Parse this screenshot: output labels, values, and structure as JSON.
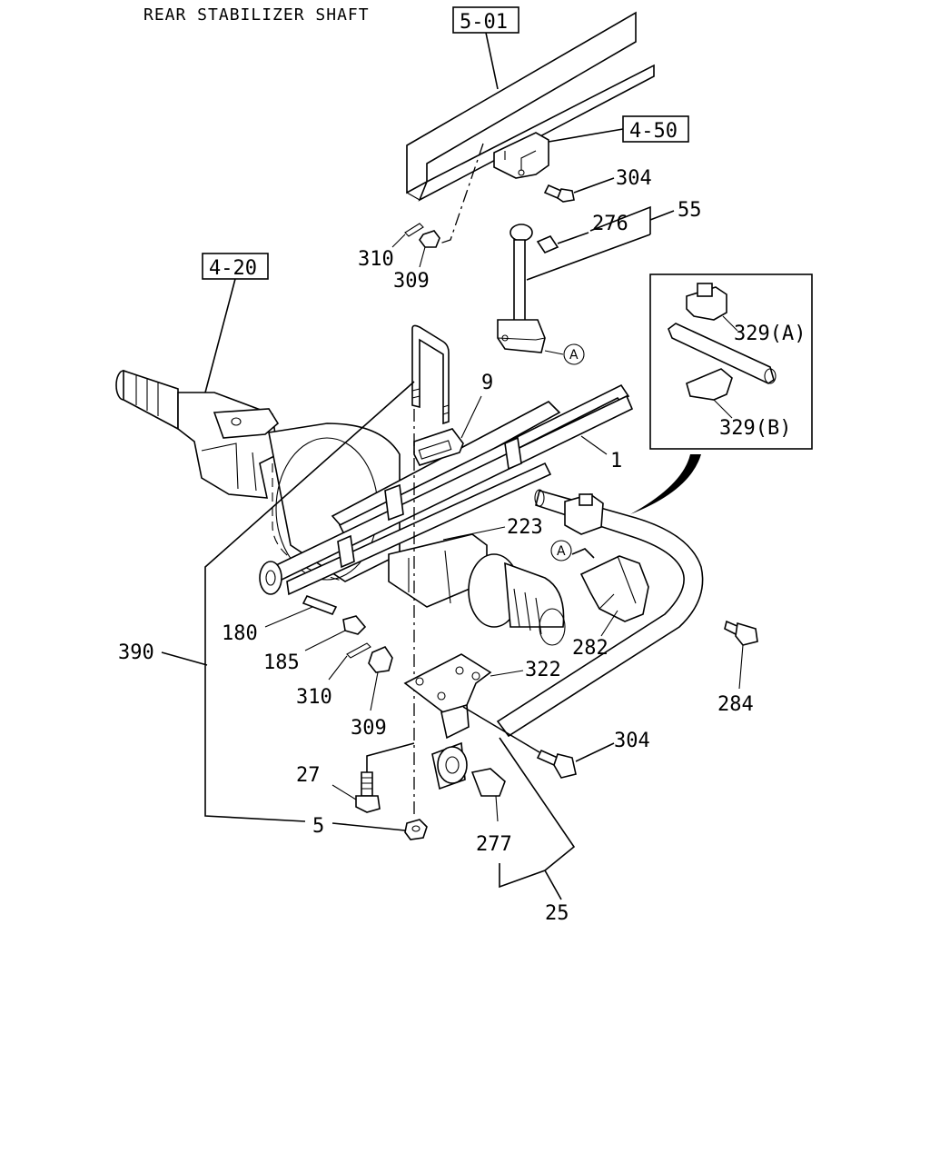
{
  "title": "REAR STABILIZER SHAFT",
  "ref_boxes": {
    "frame": "5-01",
    "bracket": "4-50",
    "axle": "4-20"
  },
  "detail_marker": "A",
  "labels": {
    "p304_top": "304",
    "p55": "55",
    "p276": "276",
    "p310_top": "310",
    "p309_top": "309",
    "p329a": "329(A)",
    "p329b": "329(B)",
    "p9": "9",
    "p1": "1",
    "p223": "223",
    "p180": "180",
    "p185": "185",
    "p390": "390",
    "p310_bot": "310",
    "p309_bot": "309",
    "p322": "322",
    "p282": "282",
    "p284": "284",
    "p304_bot": "304",
    "p27": "27",
    "p5": "5",
    "p277": "277",
    "p25": "25"
  }
}
